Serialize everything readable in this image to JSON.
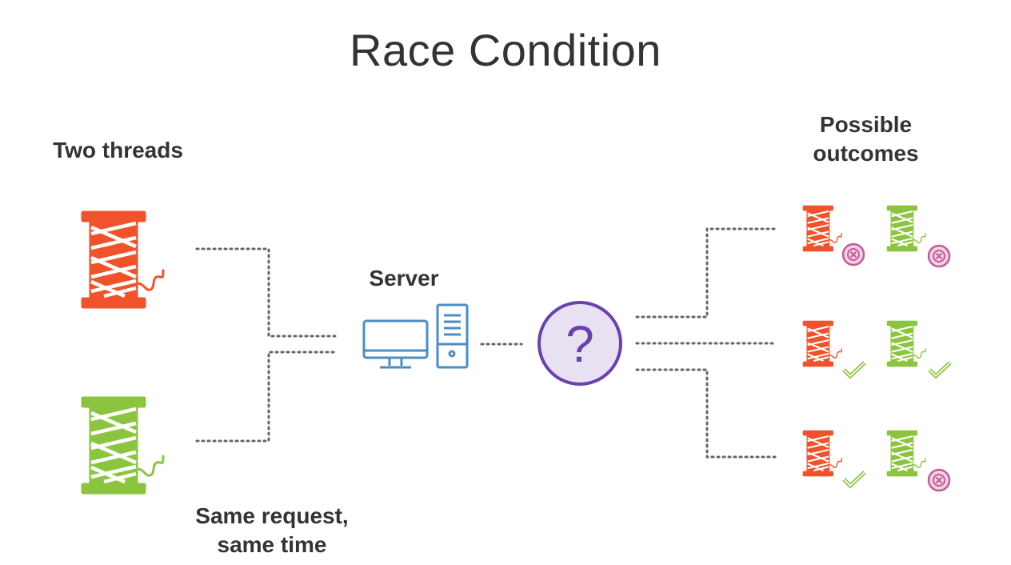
{
  "title": "Race Condition",
  "labels": {
    "two_threads": "Two threads",
    "possible_outcomes_line1": "Possible",
    "possible_outcomes_line2": "outcomes",
    "server": "Server",
    "same_request_line1": "Same request,",
    "same_request_line2": "same time"
  },
  "question_mark": "?",
  "colors": {
    "orange_thread": "#F0532B",
    "green_thread": "#8BC53F",
    "server_blue": "#4B8EC4",
    "question_purple": "#6A42B0",
    "question_fill": "#E7E1F1",
    "fail_pink": "#C45C9A",
    "fail_fill": "#EED3E4",
    "success_green": "#8BC53F",
    "connector_gray": "#666666"
  },
  "outcomes": [
    {
      "orange": "fail",
      "green": "fail"
    },
    {
      "orange": "success",
      "green": "success"
    },
    {
      "orange": "success",
      "green": "fail"
    }
  ]
}
